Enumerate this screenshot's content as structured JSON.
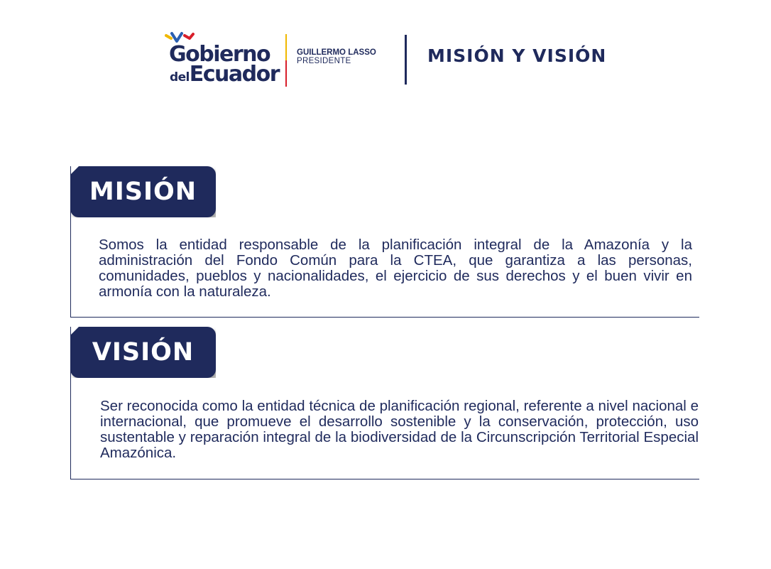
{
  "header": {
    "logo": {
      "line1": "Gobierno",
      "line2_small": "del",
      "line2_large": "Ecuador"
    },
    "president_name": "GUILLERMO LASSO",
    "president_role": "PRESIDENTE",
    "title": "MISIÓN Y VISIÓN"
  },
  "mision": {
    "heading": "MISIÓN",
    "text": "Somos la entidad responsable de la planificación integral de la Amazonía y la administración del Fondo Común para la CTEA, que garantiza a las personas, comunidades, pueblos y nacionalidades, el ejercicio de sus derechos y el buen vivir en armonía con la naturaleza."
  },
  "vision": {
    "heading": "VISIÓN",
    "text": "Ser reconocida como la entidad técnica de planificación regional, referente a nivel nacional e internacional, que promueve el desarrollo sostenible y la conservación, protección, uso sustentable y reparación integral de la biodiversidad de la Circunscripción Territorial Especial Amazónica."
  },
  "colors": {
    "navy": "#1f2a5c",
    "gold": "#f0b800",
    "red": "#d81e2a",
    "blue": "#2a5fb0"
  }
}
